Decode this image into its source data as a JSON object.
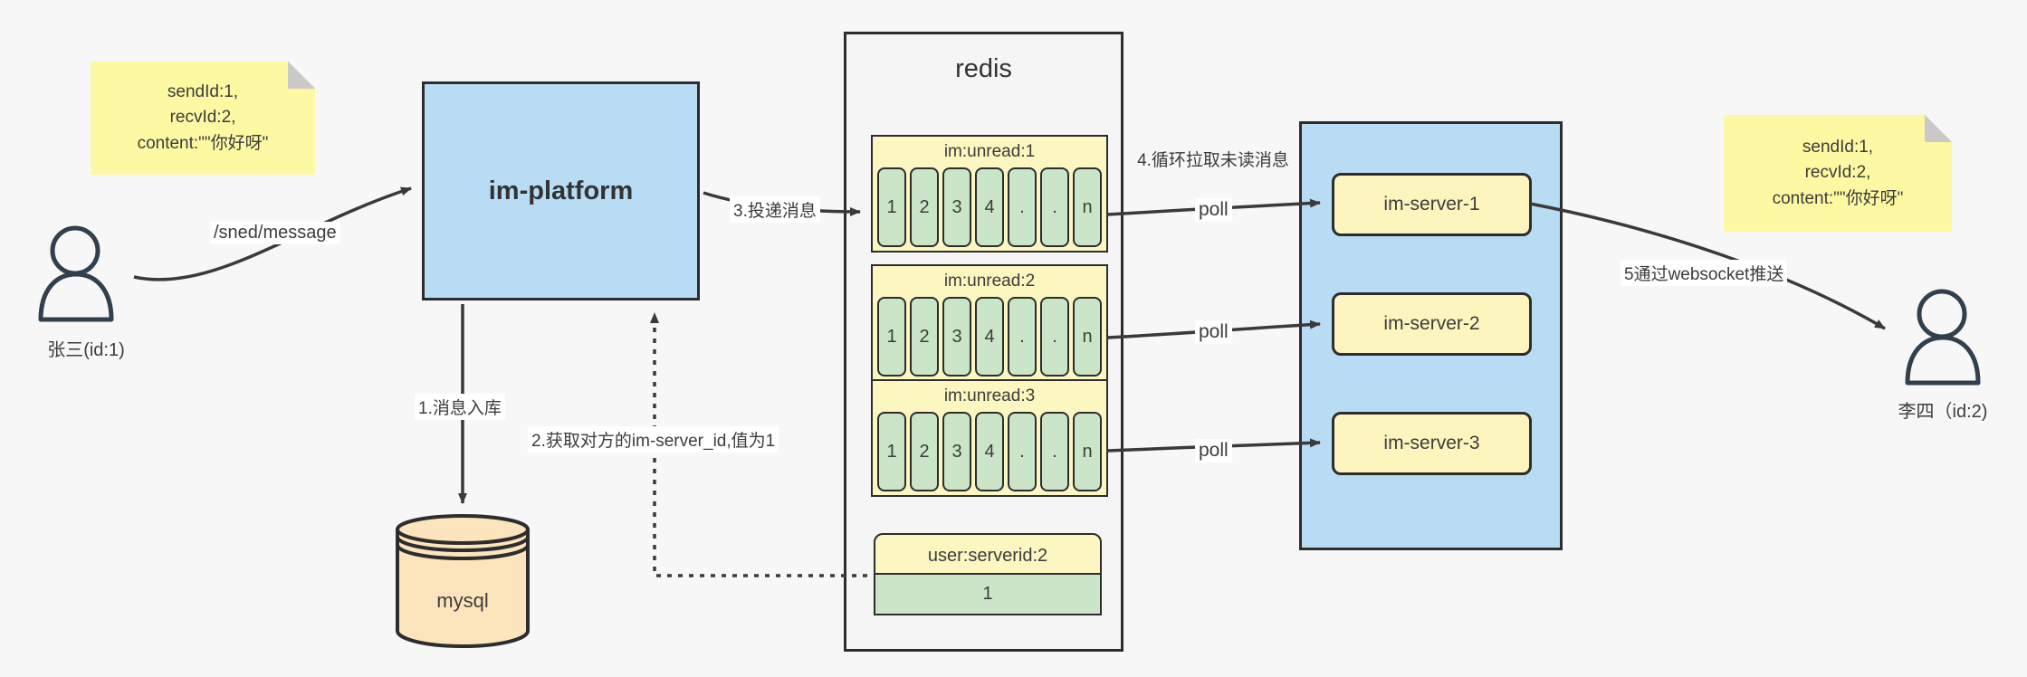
{
  "colors": {
    "bg": "#f7f7f7",
    "ink": "#3a3a3a",
    "blue-fill": "#b9dcf5",
    "sticky-yellow": "#fdf9a2",
    "panel-yellow": "#fcf6c0",
    "cell-green": "#cbe5c8",
    "peach": "#fce4bc",
    "redis-bg": "#f5f5f5",
    "fold-gray": "#c9c9c9",
    "person-ink": "#32404e"
  },
  "sender": {
    "label": "张三(id:1)"
  },
  "receiver": {
    "label": "李四（id:2)"
  },
  "sticky_left": {
    "lines": [
      "sendId:1,",
      "recvId:2,",
      "content:\"\"你好呀\""
    ]
  },
  "sticky_right": {
    "lines": [
      "sendId:1,",
      "recvId:2,",
      "content:\"\"你好呀\""
    ]
  },
  "platform": {
    "label": "im-platform"
  },
  "mysql": {
    "label": "mysql"
  },
  "redis": {
    "title": "redis",
    "queues": [
      {
        "name": "im:unread:1",
        "cells": [
          "1",
          "2",
          "3",
          "4",
          ".",
          ".",
          "n"
        ]
      },
      {
        "name": "im:unread:2",
        "cells": [
          "1",
          "2",
          "3",
          "4",
          ".",
          ".",
          "n"
        ]
      },
      {
        "name": "im:unread:3",
        "cells": [
          "1",
          "2",
          "3",
          "4",
          ".",
          ".",
          "n"
        ]
      }
    ],
    "kv": {
      "key": "user:serverid:2",
      "value": "1"
    }
  },
  "cluster": {
    "servers": [
      {
        "label": "im-server-1"
      },
      {
        "label": "im-server-2"
      },
      {
        "label": "im-server-3"
      }
    ]
  },
  "labels": {
    "send_api": "/sned/message",
    "step1": "1.消息入库",
    "step2": "2.获取对方的im-server_id,值为1",
    "step3": "3.投递消息",
    "step4": "4.循环拉取未读消息",
    "poll_1": "poll",
    "poll_2": "poll",
    "poll_3": "poll",
    "step5": "5通过websocket推送"
  }
}
